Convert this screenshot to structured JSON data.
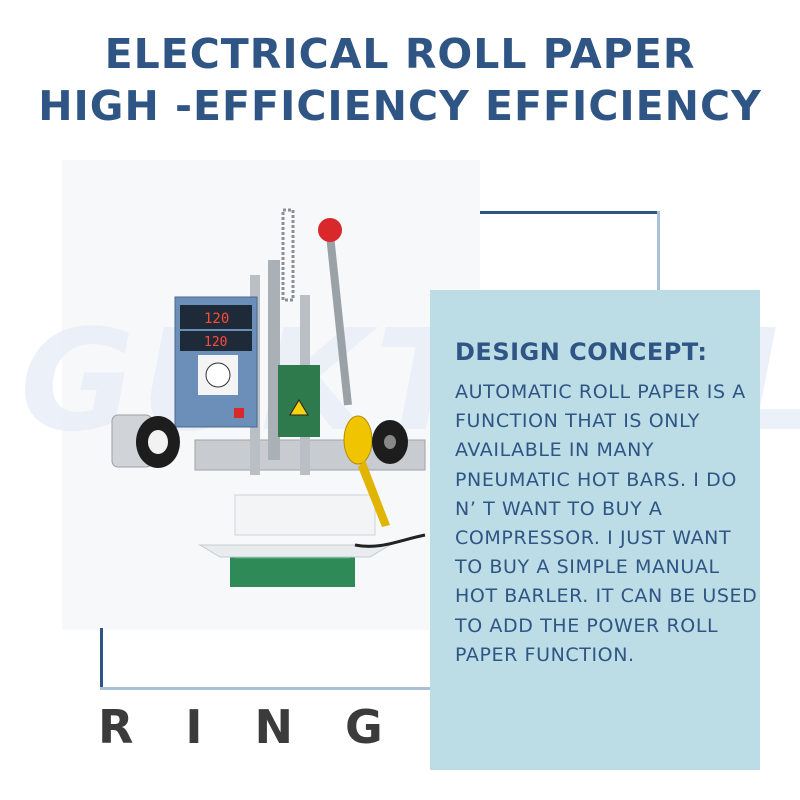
{
  "headline": {
    "line1": "ELECTRICAL ROLL PAPER",
    "line2": "HIGH -EFFICIENCY EFFICIENCY"
  },
  "watermark": "GUKTOOL",
  "display": {
    "temp1": "120",
    "temp2": "120"
  },
  "design": {
    "title": "DESIGN CONCEPT:",
    "body": "AUTOMATIC ROLL PAPER IS A FUNCTION THAT IS ONLY AVAILABLE IN MANY PNEUMATIC HOT BARS. I DO N’ T WANT TO BUY A COMPRESSOR. I JUST WANT TO BUY A SIMPLE MANUAL HOT BARLER. IT CAN BE USED TO ADD THE POWER ROLL PAPER FUNCTION."
  },
  "footer_word": "RING",
  "colors": {
    "accent": "#2f5585",
    "panel": "#bcdde6",
    "machine_base": "#2e8a57",
    "knob": "#d8282a"
  }
}
